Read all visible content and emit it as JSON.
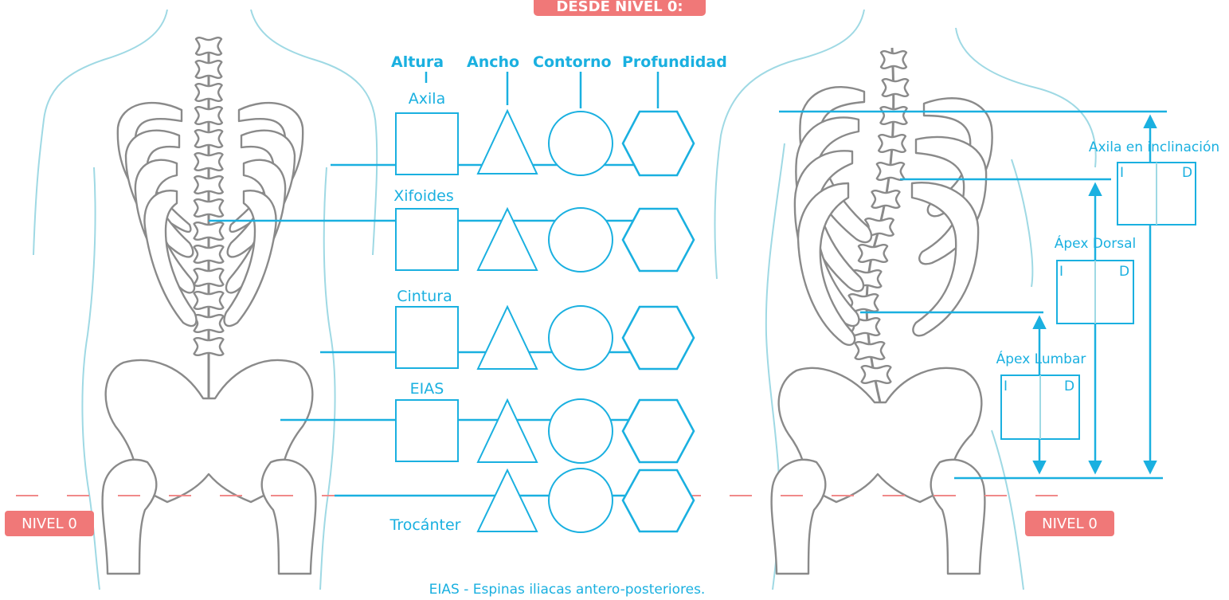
{
  "top_badge": "DESDE NIVEL 0:",
  "headers": {
    "altura": "Altura",
    "ancho": "Ancho",
    "contorno": "Contorno",
    "profundidad": "Profundidad"
  },
  "levels": {
    "axila": "Axila",
    "xifoides": "Xifoides",
    "cintura": "Cintura",
    "eias": "EIAS",
    "trocanter": "Trocánter"
  },
  "right_labels": {
    "axila_inclinacion": "Axila en inclinación",
    "apex_dorsal": "Ápex Dorsal",
    "apex_lumbar": "Ápex Lumbar",
    "left": "I",
    "right": "D"
  },
  "nivel_badge": "NIVEL 0",
  "footnote": "EIAS - Espinas iliacas antero-posteriores.",
  "colors": {
    "accent": "#1ab0e0",
    "badge": "#f07878",
    "body_outline": "#9fd9e4",
    "bone": "#8a8a8a"
  }
}
